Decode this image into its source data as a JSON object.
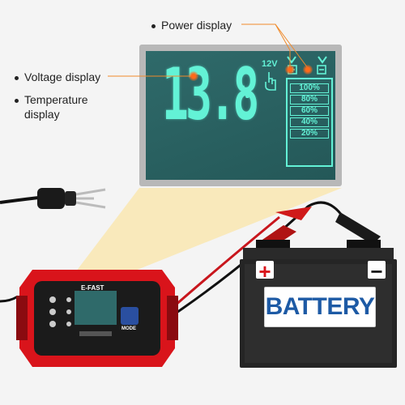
{
  "callouts": {
    "power": "Power display",
    "voltage": "Voltage display",
    "temperature_line1": "Temperature",
    "temperature_line2": "display"
  },
  "lcd": {
    "voltage_reading": "13.8",
    "voltage_unit": "V",
    "mode": "12V",
    "battery_levels": [
      "100%",
      "80%",
      "60%",
      "40%",
      "20%"
    ]
  },
  "battery": {
    "label": "BATTERY",
    "positive": "+",
    "negative": "−"
  },
  "charger": {
    "brand": "E-FAST",
    "mode_button": "MODE"
  },
  "colors": {
    "lcd_glow": "#63f2d6",
    "charger_red": "#d9141b",
    "battery_label": "#1d5aa5",
    "callout_line": "#f08a2a"
  }
}
